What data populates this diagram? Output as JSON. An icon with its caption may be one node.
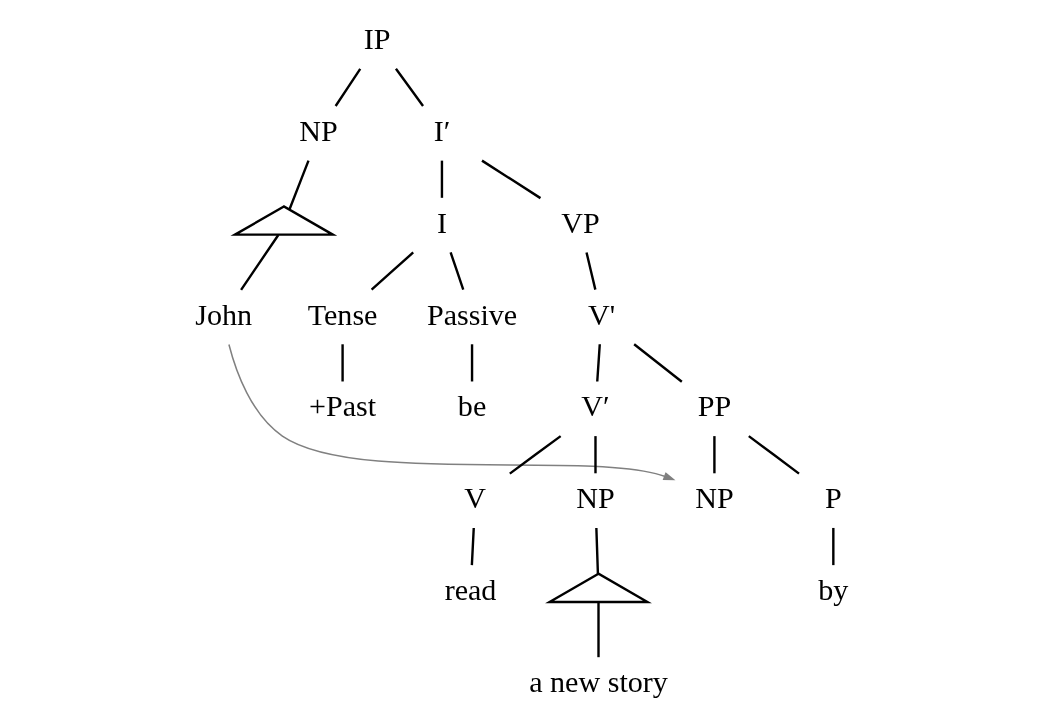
{
  "diagram": {
    "nodes": [
      {
        "text": [
          "IP"
        ]
      },
      {
        "text": [
          "NP"
        ]
      },
      {
        "text": [
          "I′"
        ]
      },
      {
        "text": [],
        "shape": "triangle"
      },
      {
        "text": [
          "John"
        ]
      },
      {
        "text": [
          "I"
        ]
      },
      {
        "text": [
          "VP"
        ]
      },
      {
        "text": [
          "Tense"
        ]
      },
      {
        "text": [
          "Passive"
        ]
      },
      {
        "text": [
          "V'"
        ]
      },
      {
        "text": [
          "+Past"
        ]
      },
      {
        "text": [
          "be"
        ]
      },
      {
        "text": [
          "V′"
        ]
      },
      {
        "text": [
          "PP"
        ]
      },
      {
        "text": [
          "V"
        ]
      },
      {
        "text": [
          "NP"
        ]
      },
      {
        "text": [
          "P"
        ]
      },
      {
        "text": [
          "NP"
        ]
      },
      {
        "text": [],
        "shape": "triangle"
      },
      {
        "text": [
          "read"
        ]
      },
      {
        "text": [
          "a new story"
        ]
      },
      {
        "text": [
          "by"
        ]
      }
    ],
    "edges": [
      {
        "from": 0,
        "to": 1,
        "arrow": "none"
      },
      {
        "from": 0,
        "to": 2,
        "arrow": "none"
      },
      {
        "from": 1,
        "to": 3,
        "arrow": "none"
      },
      {
        "from": 3,
        "to": 4,
        "arrow": "none"
      },
      {
        "from": 2,
        "to": 5,
        "arrow": "none"
      },
      {
        "from": 2,
        "to": 6,
        "arrow": "none"
      },
      {
        "from": 5,
        "to": 7,
        "arrow": "none"
      },
      {
        "from": 5,
        "to": 8,
        "arrow": "none"
      },
      {
        "from": 6,
        "to": 9,
        "arrow": "none"
      },
      {
        "from": 7,
        "to": 10,
        "arrow": "none"
      },
      {
        "from": 8,
        "to": 11,
        "arrow": "none"
      },
      {
        "from": 9,
        "to": 12,
        "arrow": "none"
      },
      {
        "from": 9,
        "to": 13,
        "arrow": "none"
      },
      {
        "from": 12,
        "to": 14,
        "arrow": "none"
      },
      {
        "from": 12,
        "to": 15,
        "arrow": "none"
      },
      {
        "from": 13,
        "to": 16,
        "arrow": "none"
      },
      {
        "from": 13,
        "to": 17,
        "arrow": "none"
      },
      {
        "from": 15,
        "to": 18,
        "arrow": "none"
      },
      {
        "from": 18,
        "to": 20,
        "arrow": "none"
      },
      {
        "from": 14,
        "to": 19,
        "arrow": "none"
      },
      {
        "from": 16,
        "to": 21,
        "arrow": "none"
      },
      {
        "from": 4,
        "to": 17,
        "arrow": "to",
        "color": "#808080"
      }
    ]
  }
}
